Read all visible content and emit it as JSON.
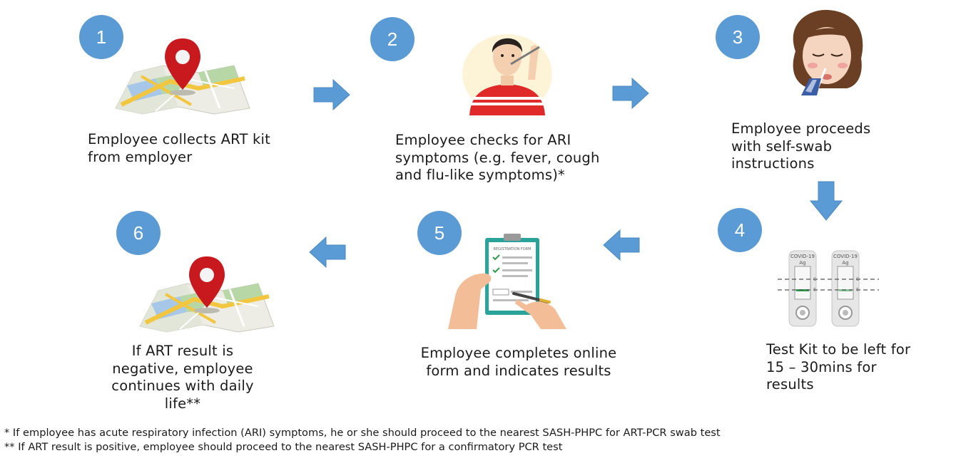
{
  "steps": [
    {
      "number": "1",
      "lines": [
        "Employee collects ART kit",
        "from employer"
      ]
    },
    {
      "number": "2",
      "lines": [
        "Employee checks for ARI",
        "symptoms (e.g. fever, cough",
        "and flu-like symptoms)*"
      ]
    },
    {
      "number": "3",
      "lines": [
        "Employee proceeds",
        "with self-swab",
        "instructions"
      ]
    },
    {
      "number": "4",
      "lines": [
        "Test Kit to be left for",
        "15 – 30mins for",
        "results"
      ]
    },
    {
      "number": "5",
      "lines": [
        "Employee completes online",
        "form and indicates results"
      ]
    },
    {
      "number": "6",
      "lines": [
        "If ART result is",
        "negative, employee",
        "continues with daily",
        "life**"
      ]
    }
  ],
  "illustrations": {
    "kit_label": "COVID-19",
    "kit_sub": "Ag",
    "kit_c": "C",
    "kit_t": "T",
    "form_title": "REGISTRATION FORM"
  },
  "footnotes": [
    "* If employee has acute respiratory infection (ARI) symptoms, he or she should proceed to the nearest SASH-PHPC for ART-PCR swab test",
    "** If ART result is positive, employee should proceed to the nearest SASH-PHPC for a confirmatory PCR test"
  ],
  "colors": {
    "badge": "#5b9bd5",
    "arrow": "#5b9bd5",
    "pin": "#c8191e"
  }
}
